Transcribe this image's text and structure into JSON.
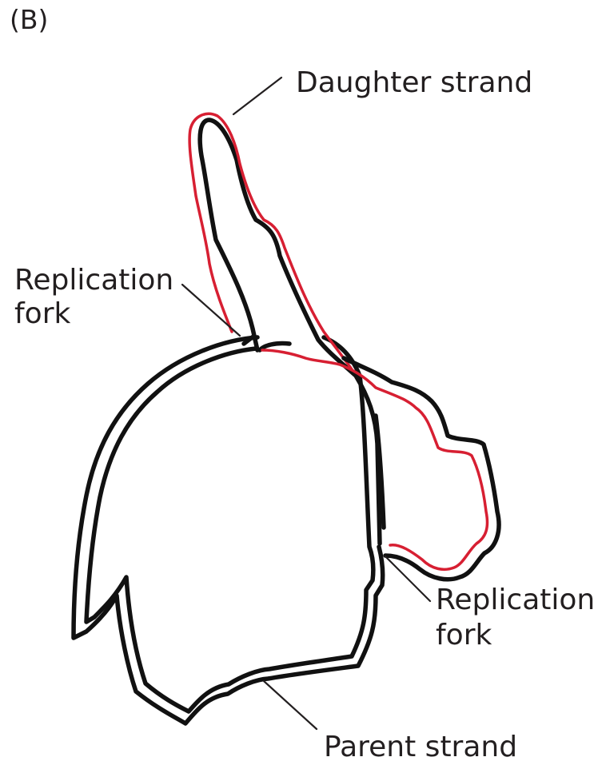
{
  "panel_label": "(B)",
  "labels": {
    "daughter_strand": "Daughter strand",
    "replication_fork_left": [
      "Replication",
      "fork"
    ],
    "replication_fork_right": [
      "Replication",
      "fork"
    ],
    "parent_strand": "Parent strand"
  },
  "colors": {
    "parent_strand": "#111111",
    "daughter_strand": "#d71f32",
    "label_text": "#231f20"
  }
}
